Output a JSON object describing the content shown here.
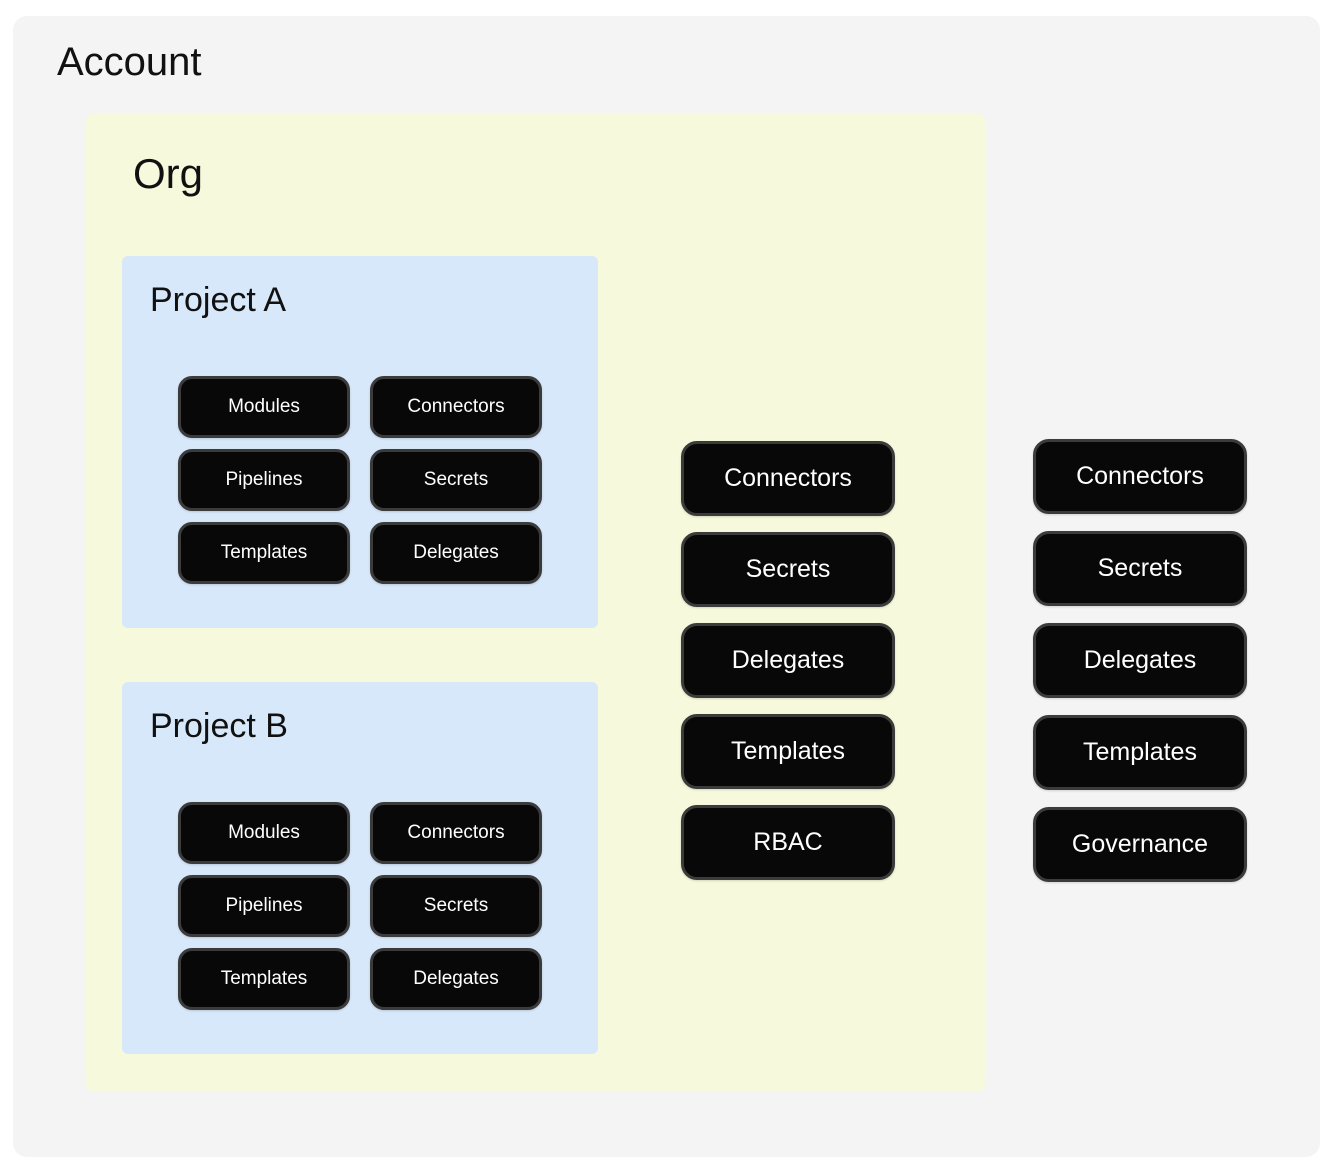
{
  "account": {
    "title": "Account",
    "resources": [
      "Connectors",
      "Secrets",
      "Delegates",
      "Templates",
      "Governance"
    ]
  },
  "org": {
    "title": "Org",
    "resources": [
      "Connectors",
      "Secrets",
      "Delegates",
      "Templates",
      "RBAC"
    ],
    "projects": [
      {
        "title": "Project A",
        "resources": [
          "Modules",
          "Connectors",
          "Pipelines",
          "Secrets",
          "Templates",
          "Delegates"
        ]
      },
      {
        "title": "Project B",
        "resources": [
          "Modules",
          "Connectors",
          "Pipelines",
          "Secrets",
          "Templates",
          "Delegates"
        ]
      }
    ]
  },
  "colors": {
    "account_bg": "#f4f4f4",
    "org_bg": "#f7f9dc",
    "project_bg": "#d8e8fb",
    "pill_bg": "#080808",
    "pill_border": "#3b3b3b",
    "pill_text": "#ffffff",
    "title_text": "#111111"
  }
}
